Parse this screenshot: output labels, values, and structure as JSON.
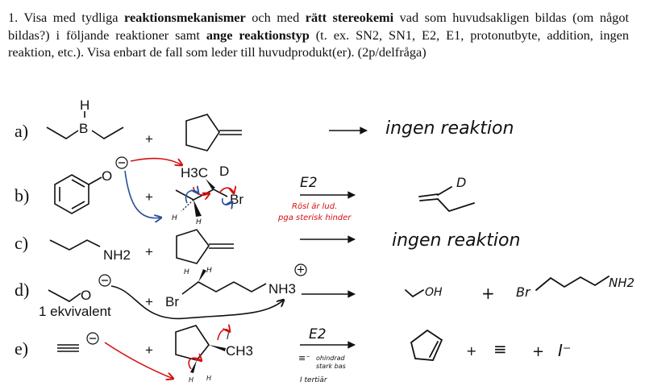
{
  "question": {
    "number": "1.",
    "parts": [
      {
        "text": " Visa med tydliga ",
        "bold": false
      },
      {
        "text": "reaktionsmekanismer",
        "bold": true
      },
      {
        "text": " och med ",
        "bold": false
      },
      {
        "text": "rätt stereokemi",
        "bold": true
      },
      {
        "text": " vad som huvudsakligen bildas (om något bildas?) i följande reaktioner samt ",
        "bold": false
      },
      {
        "text": "ange reaktionstyp",
        "bold": true
      },
      {
        "text": " (t. ex. SN2, SN1, E2, E1, protonutbyte, addition, ingen reaktion, etc.). Visa enbart de fall som leder till huvudprodukt(er). (2p/delfråga)",
        "bold": false
      }
    ]
  },
  "reactions": {
    "a": {
      "label": "a)",
      "atoms": {
        "h": "H",
        "b": "B"
      },
      "plus": "+",
      "answer": "ingen reaktion"
    },
    "b": {
      "label": "b)",
      "atoms": {
        "o": "O",
        "minus": "−",
        "h3c": "H3C",
        "d": "D",
        "br": "Br",
        "h1": "H",
        "h2": "H"
      },
      "plus": "+",
      "arrow_label": "E2",
      "note_line1": "Rösl är lud.",
      "note_line2": "pga sterisk hinder",
      "product_d": "D"
    },
    "c": {
      "label": "c)",
      "atoms": {
        "nh2": "NH2"
      },
      "plus": "+",
      "answer": "ingen reaktion"
    },
    "d": {
      "label": "d)",
      "atoms": {
        "o": "O",
        "minus": "−",
        "br": "Br",
        "nh3": "NH3",
        "plus_charge": "+",
        "h1": "H",
        "h2": "H"
      },
      "equivalent": "1 ekvivalent",
      "plus": "+",
      "product1": "OH",
      "product_plus": "+",
      "product2_br": "Br",
      "product2_nh2": "NH2"
    },
    "e": {
      "label": "e)",
      "atoms": {
        "minus": "−",
        "ch3": "CH3",
        "i": "I",
        "h1": "H",
        "h2": "H"
      },
      "plus": "+",
      "arrow_label": "E2",
      "note_line1": "ohindrad",
      "note_line2": "stark bas",
      "note_line3": "I tertiär",
      "note_base": "≡⁻",
      "product_plus1": "+",
      "product_alkyne": "≡",
      "product_plus2": "+",
      "product_iodide": "I⁻"
    }
  },
  "colors": {
    "red": "#d41010",
    "blue": "#2a4f9a",
    "text": "#111111"
  }
}
